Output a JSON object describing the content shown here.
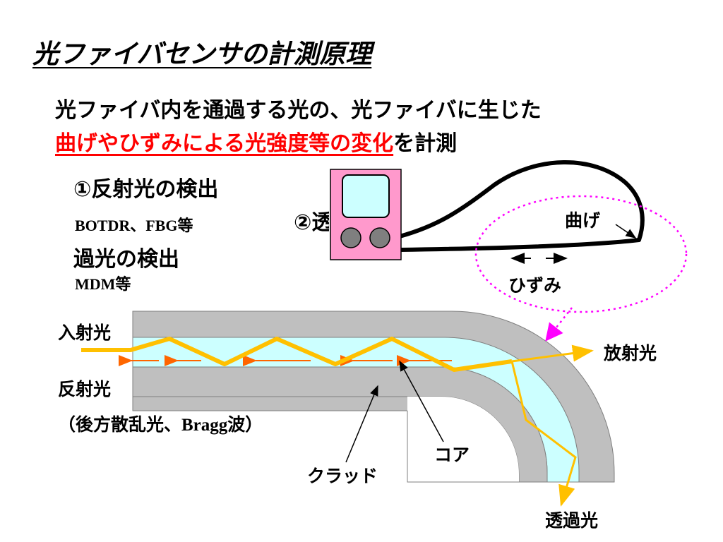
{
  "slide": {
    "title": "光ファイバセンサの計測原理",
    "description_line1": "光ファイバ内を通過する光の、光ファイバに生じた",
    "description_line2_highlight": "曲げやひずみによる光強度等の変化",
    "description_line2_rest": "を計測"
  },
  "methods": {
    "m1_title": "①反射光の検出",
    "m1_sub": "BOTDR、FBG等",
    "m2_title_visible": "②透",
    "m2_title_rest": "過光の検出",
    "m2_sub": "MDM等"
  },
  "sensor_diagram": {
    "bend_label": "曲げ",
    "strain_label": "ひずみ"
  },
  "fiber_diagram": {
    "incident_label": "入射光",
    "reflected_label": "反射光",
    "backscatter_note": "（後方散乱光、Bragg波）",
    "radiated_label": "放射光",
    "core_label": "コア",
    "cladding_label": "クラッド",
    "transmitted_label": "透過光"
  },
  "colors": {
    "highlight_red": "#ff0000",
    "cladding_gray": "#bfbfbf",
    "core_cyan": "#ccffff",
    "light_orange": "#ffc000",
    "reflect_orange": "#ff6600",
    "magenta_dotted": "#ff00ff",
    "device_pink": "#ff99cc",
    "screen_cyan": "#ccffff"
  }
}
